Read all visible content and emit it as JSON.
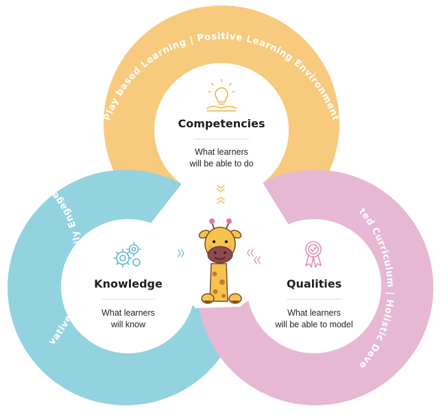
{
  "colors": {
    "competencies_ring": "#f8ca7e",
    "knowledge_ring": "#92d3df",
    "qualities_ring": "#e6b8d3",
    "competencies_icon": "#f0b23c",
    "knowledge_icon": "#58b6c6",
    "qualities_icon": "#d98bb7",
    "divider": "#d9d9d9",
    "arrows": "#f2c25f"
  },
  "competencies": {
    "icon": "lightbulb-book-icon",
    "title": "Competencies",
    "description_line1": "What learners",
    "description_line2": "will be able to do",
    "ring_text": "Play based Learning   |   Positive Learning Environment"
  },
  "knowledge": {
    "icon": "gears-icon",
    "title": "Knowledge",
    "description_line1": "What learners",
    "description_line2": "will know",
    "ring_text": "Innovative Atelier   |   Family Engagement"
  },
  "qualities": {
    "icon": "ribbon-badge-icon",
    "title": "Qualities",
    "description_line1": "What learners",
    "description_line2": "will be able to model",
    "ring_text": "Intergrated Curriculum   |   Holistic Development"
  },
  "mascot": {
    "icon": "giraffe-icon"
  }
}
